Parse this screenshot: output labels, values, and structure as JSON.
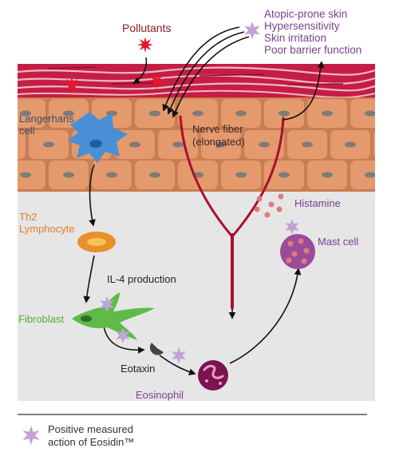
{
  "labels": {
    "pollutants": "Pollutants",
    "symptoms": [
      "Atopic-prone skin",
      "Hypersensitivity",
      "Skin irritation",
      "Poor barrier function"
    ],
    "langerhans": [
      "Langerhans",
      "cell"
    ],
    "nerve": [
      "Nerve fiber",
      "(elongated)"
    ],
    "histamine": "Histamine",
    "th2": [
      "Th2",
      "Lymphocyte"
    ],
    "mast_cell": "Mast cell",
    "il4": "IL-4 production",
    "fibroblast": "Fibroblast",
    "eotaxin": "Eotaxin",
    "eosinophil": "Eosinophil"
  },
  "legend": {
    "icon": "lilac-star-icon",
    "line1": "Positive measured",
    "line2": "action of Eosidin™"
  },
  "colors": {
    "dermis_bg": "#e6e6e6",
    "stratum_red": "#b0123a",
    "keratinocyte": "#e49a6c",
    "langerhans": "#4a8fd6",
    "nerve": "#a8102f",
    "th2": "#e8902a",
    "fibroblast": "#5fba48",
    "mast_cell": "#9b4b9b",
    "eosinophil": "#7c1450",
    "histamine": "#e07a7a",
    "star": "#c3a2d6",
    "pollutant_star": "#e8162a",
    "label_purple": "#7a3f8e",
    "label_red": "#8b1a2a",
    "label_orange": "#e07b2a",
    "label_green": "#5aa83a"
  }
}
